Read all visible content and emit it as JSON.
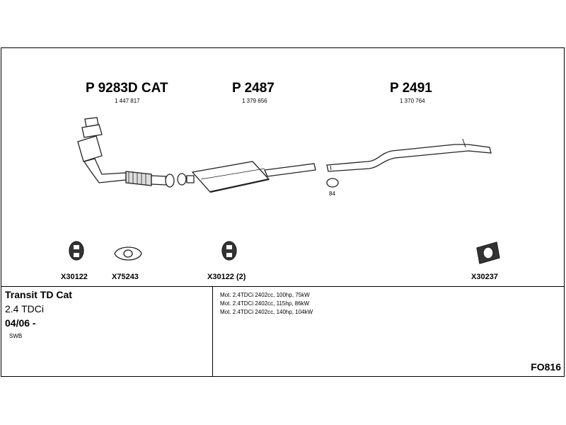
{
  "parts": [
    {
      "code": "P 9283D CAT",
      "oe": "1 447 817"
    },
    {
      "code": "P 2487",
      "oe": "1 379 656"
    },
    {
      "code": "P 2491",
      "oe": "1 370 764"
    }
  ],
  "clamp_label": "84",
  "accessories": [
    {
      "code": "X30122"
    },
    {
      "code": "X75243"
    },
    {
      "code": "X30122 (2)"
    },
    {
      "code": "X30237"
    }
  ],
  "vehicle": {
    "name": "Transit TD Cat",
    "engine": "2.4 TDCi",
    "year": "04/06 -",
    "body": "SWB"
  },
  "motors": [
    "Mot. 2.4TDCi 2402cc, 100hp, 75kW",
    "Mot. 2.4TDCi 2402cc, 115hp, 86kW",
    "Mot. 2.4TDCi 2402cc, 140hp, 104kW"
  ],
  "set_code": "FO816"
}
